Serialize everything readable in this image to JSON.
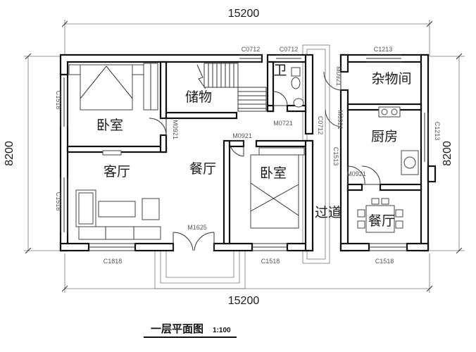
{
  "dimensions": {
    "top_width": "15200",
    "bottom_width": "15200",
    "left_height": "8200",
    "right_height": "8200"
  },
  "rooms": {
    "bedroom_1": "卧室",
    "storage": "储物",
    "bathroom": "卫",
    "utility": "杂物间",
    "kitchen": "厨房",
    "living": "客厅",
    "dining_1": "餐厅",
    "bedroom_2": "卧室",
    "corridor": "过道",
    "dining_2": "餐厅"
  },
  "tags": {
    "c0712_a": "C0712",
    "c0712_b": "C0712",
    "c1213_top": "C1213",
    "c1518_left_top": "C1518",
    "m0921_bed": "M0921",
    "m0721": "M0721",
    "c0712_side": "C0712",
    "m0921_kitchen": "M0921",
    "c1213_right": "C1213",
    "m0921_bed2": "M0921",
    "c1513": "C1513",
    "m0921_dining": "M0921",
    "m0921_util": "M0921",
    "c1518_left_bottom": "C1518",
    "m1625": "M1625",
    "c1818": "C1818",
    "c1518_bottom_mid": "C1518",
    "c1518_bottom_right": "C1518"
  },
  "title": {
    "name": "一层平面图",
    "scale": "1:100"
  }
}
